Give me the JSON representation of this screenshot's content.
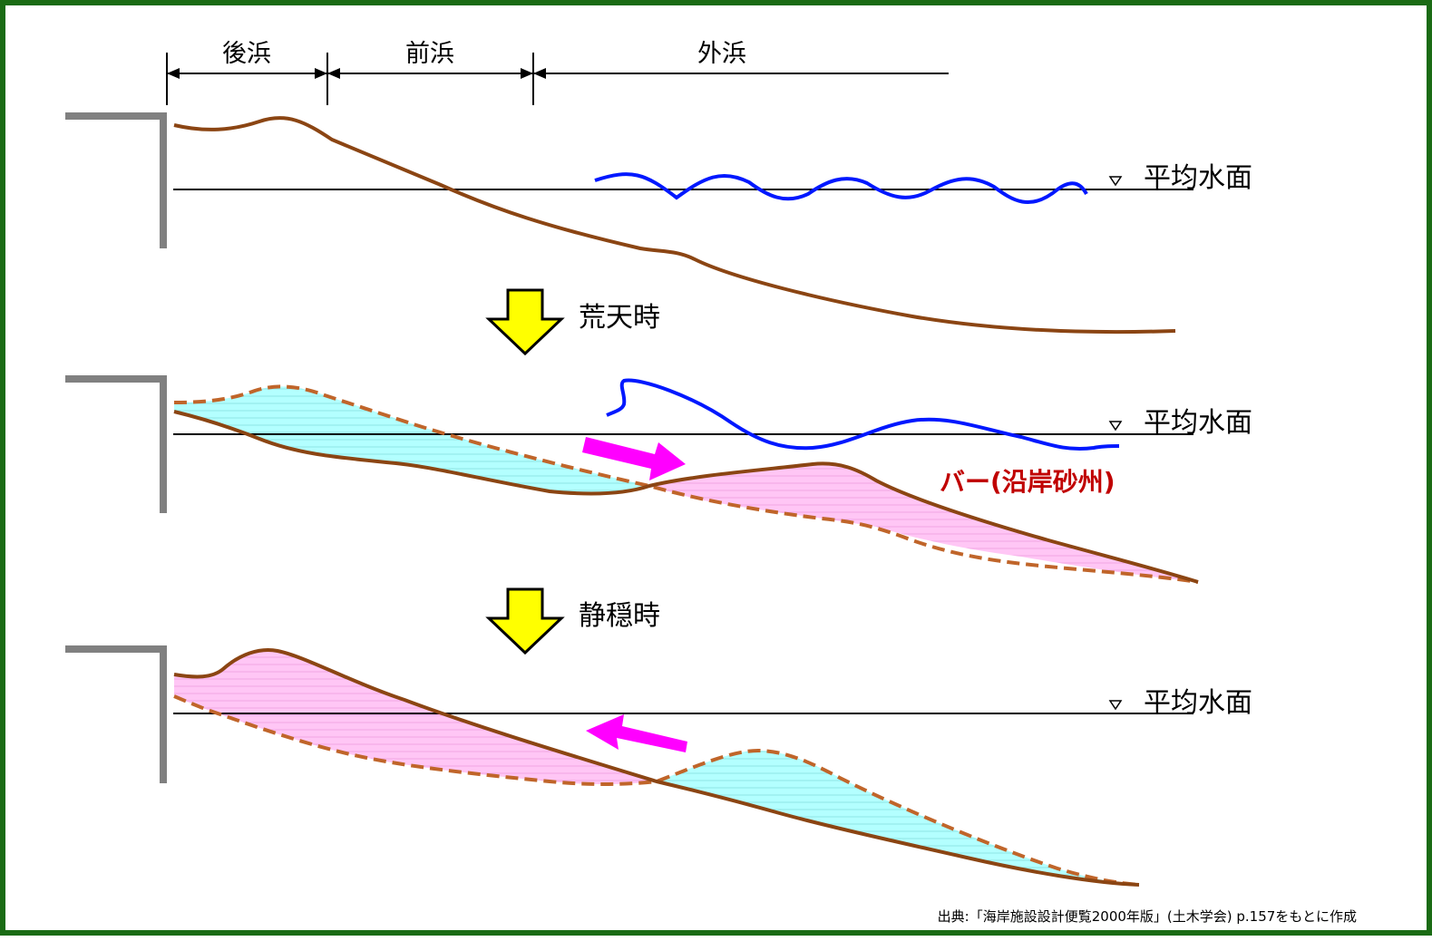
{
  "zones": {
    "backshore": "後浜",
    "foreshore": "前浜",
    "offshore": "外浜"
  },
  "water_level_label": "平均水面",
  "stormy_label": "荒天時",
  "calm_label": "静穏時",
  "bar_label": "バー(沿岸砂州)",
  "source": "出典:「海岸施設設計便覧2000年版」(土木学会) p.157をもとに作成",
  "colors": {
    "frame": "#1a6b14",
    "profile": "#8b4513",
    "old_profile_dashed": "#c0652a",
    "wave": "#0018ff",
    "erosion_fill": "#b3ffff",
    "deposit_fill": "#ffc6f5",
    "transport_arrow": "#ff00ff",
    "down_arrow_fill": "#ffff00",
    "wall": "#808080",
    "bar_label": "#c00000"
  }
}
